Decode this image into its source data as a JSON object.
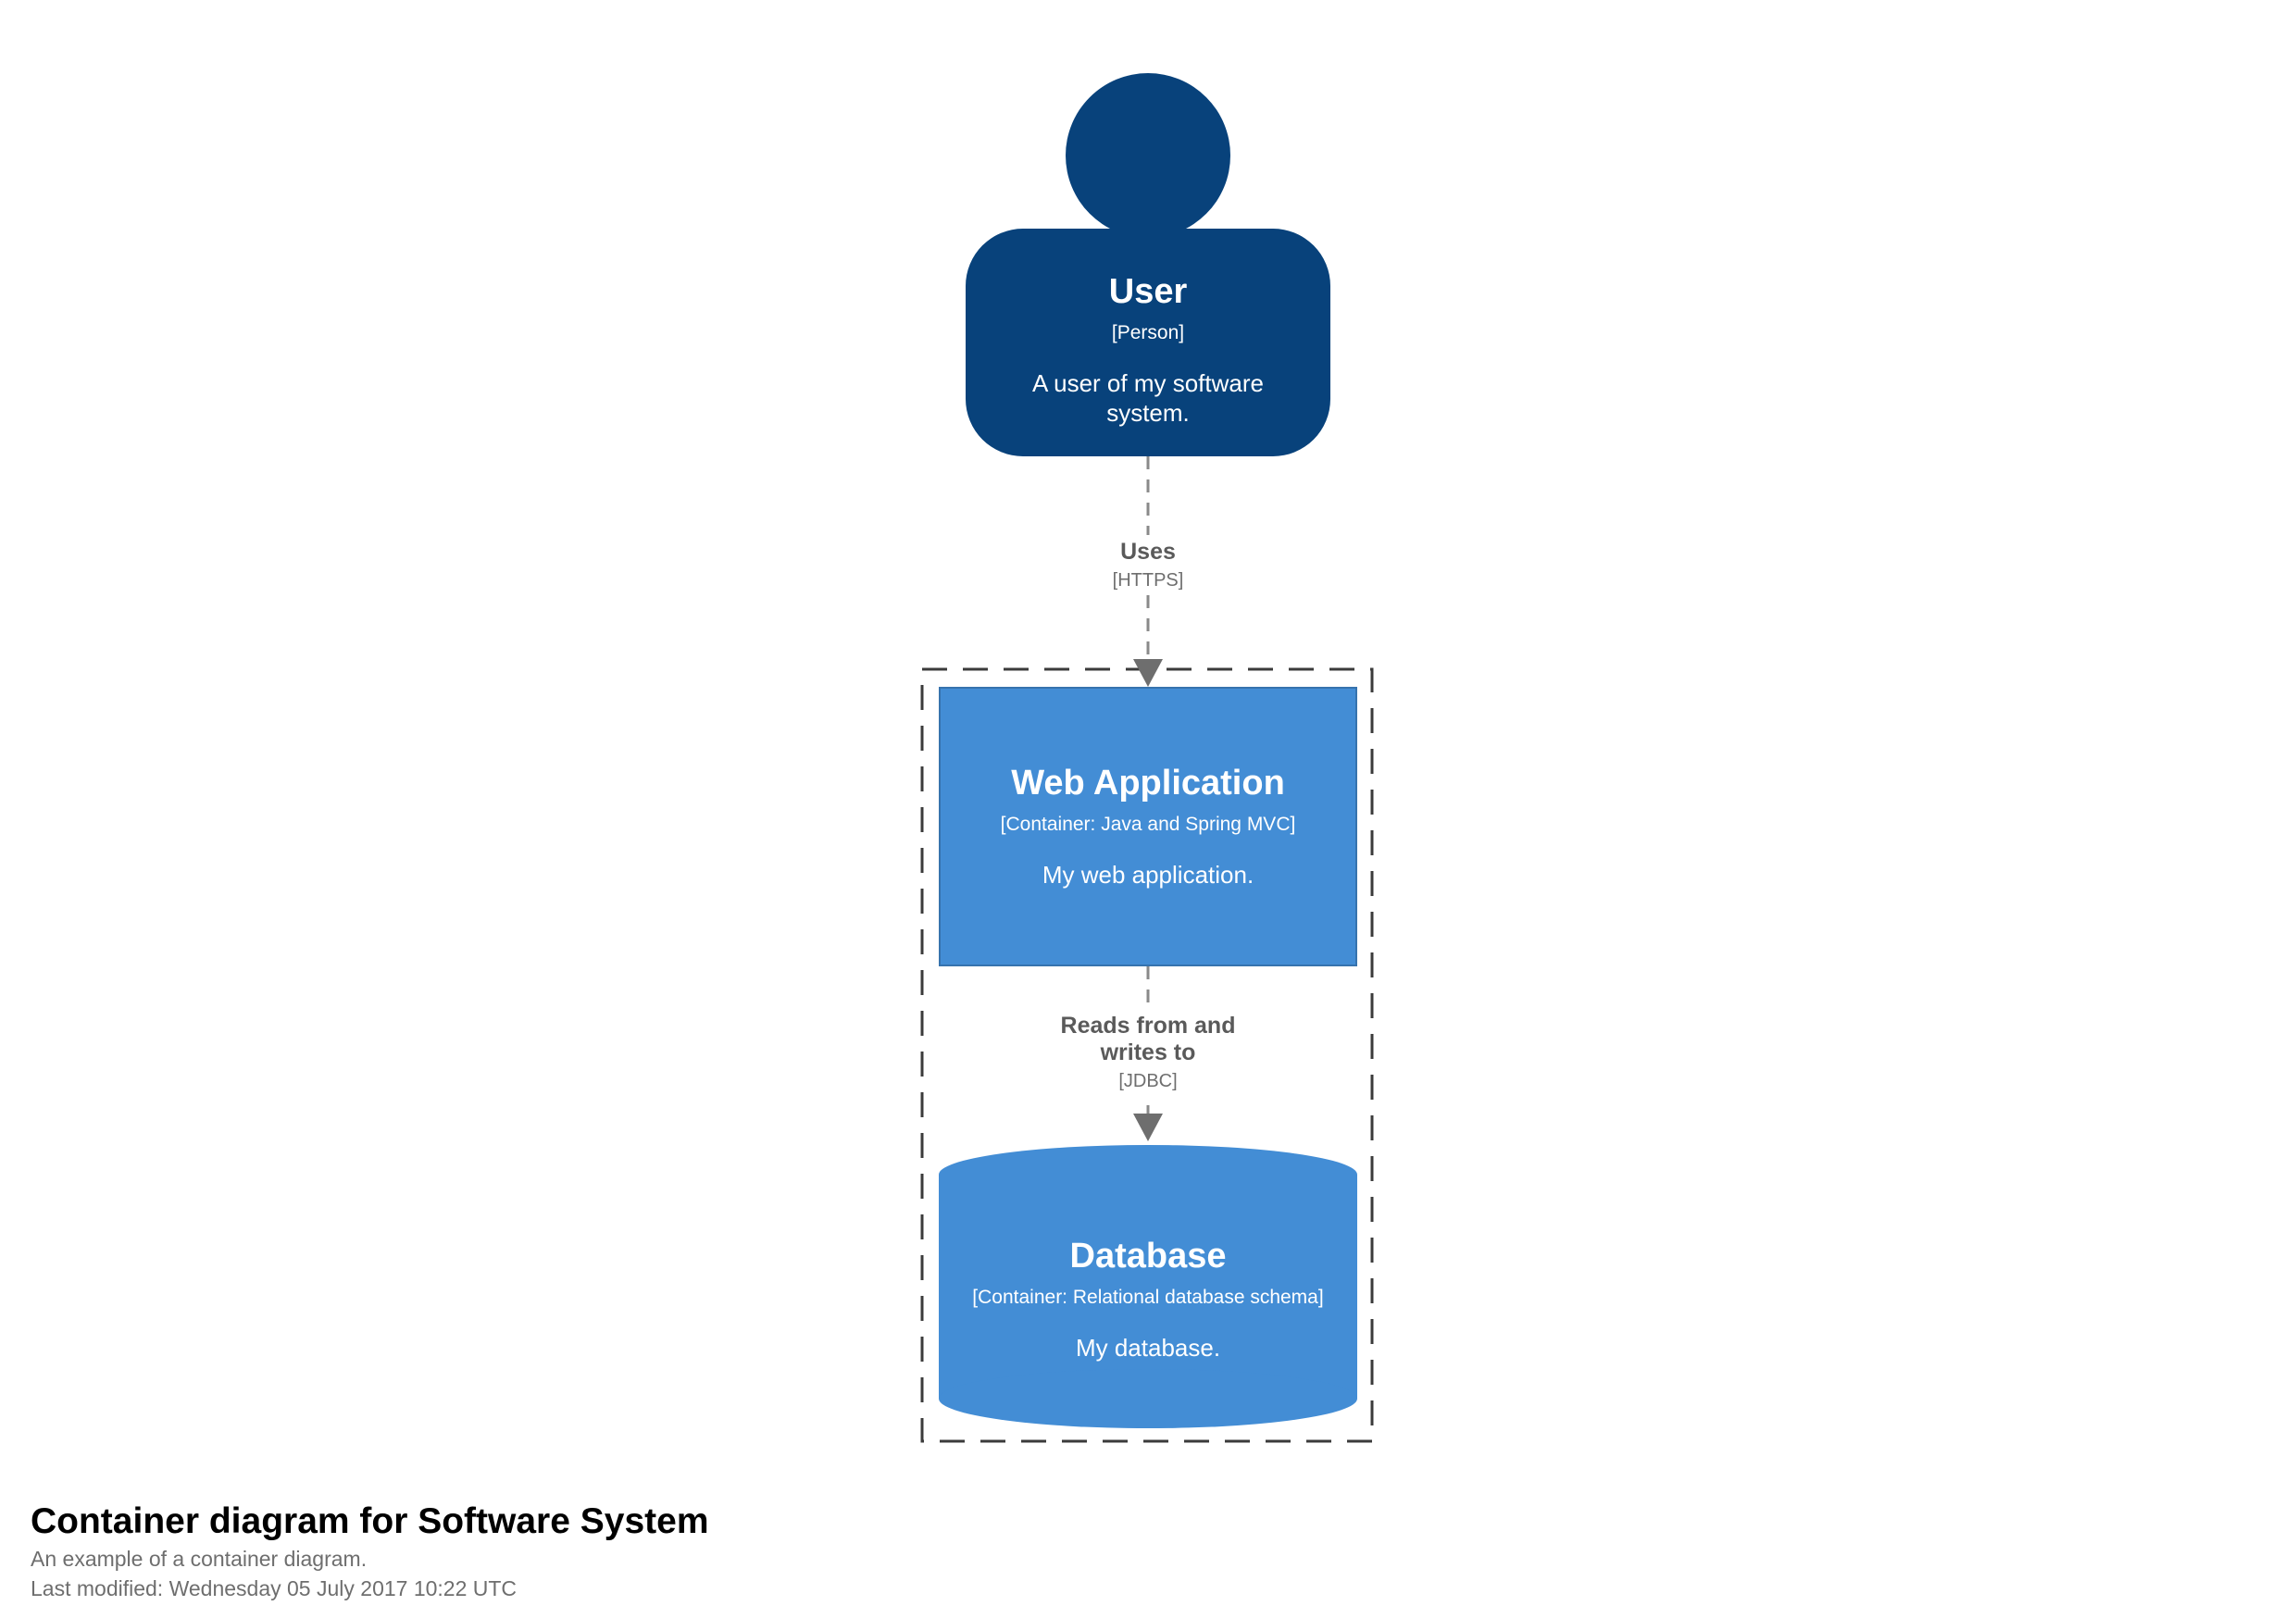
{
  "colors": {
    "person_fill": "#08427B",
    "container_fill": "#438DD5",
    "node_text": "#FFFFFF",
    "relationship": "#8A8A8A",
    "arrowhead": "#6E6E6E",
    "boundary": "#3B3B3B",
    "rel_label": "#5A5A5A",
    "rel_tech": "#6E6E6E",
    "footer_title": "#000000",
    "footer_text": "#6E6E6E"
  },
  "diagram": {
    "person": {
      "name": "User",
      "meta": "[Person]",
      "description": "A user of my software system."
    },
    "relationships": [
      {
        "label": "Uses",
        "tech": "[HTTPS]"
      },
      {
        "label": "Reads from and writes to",
        "tech": "[JDBC]"
      }
    ],
    "containers": [
      {
        "name": "Web Application",
        "meta": "[Container: Java and Spring MVC]",
        "description": "My web application."
      },
      {
        "name": "Database",
        "meta": "[Container: Relational database schema]",
        "description": "My database."
      }
    ]
  },
  "footer": {
    "title": "Container diagram for Software System",
    "subtitle": "An example of a container diagram.",
    "last_modified": "Last modified: Wednesday 05 July 2017 10:22 UTC"
  }
}
